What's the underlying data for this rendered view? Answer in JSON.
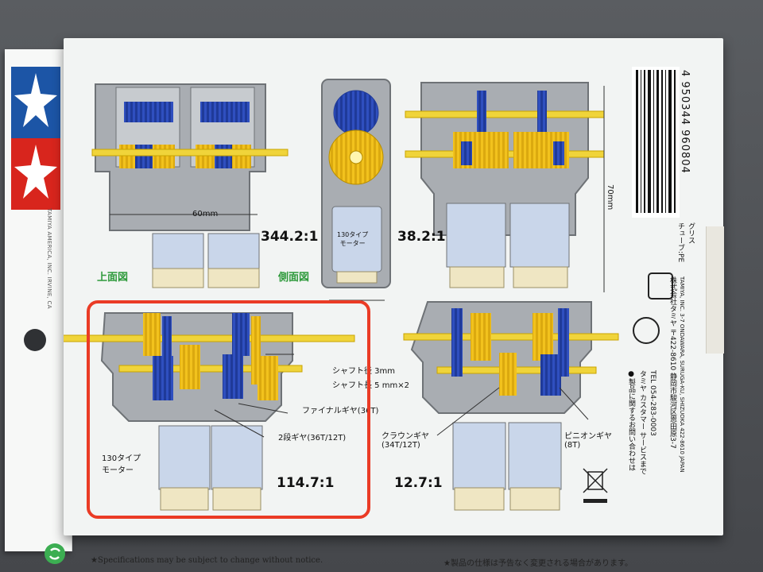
{
  "flap": {
    "brand_text": "TAMIYA AMERICA, INC. IRVINE, CA"
  },
  "panels": {
    "top_view_label": "上面図",
    "side_view_label": "側面図",
    "width_dim": "60mm",
    "height_dim": "70mm",
    "ratio_a": "344.2:1",
    "ratio_b": "38.2:1",
    "ratio_c": "114.7:1",
    "ratio_d": "12.7:1",
    "motor_side_label": "130タイプ\nモーター",
    "motor_label": "130タイプ\nモーター",
    "shaft_diameter": "シャフト径 3mm",
    "shaft_length": "シャフト長 5 mm×2",
    "final_gear": "ファイナルギヤ(36T)",
    "two_stage_gear": "2段ギヤ(36T/12T)",
    "crown_gear": "クラウンギヤ\n(34T/12T)",
    "pinion_gear": "ピニオンギヤ\n(8T)"
  },
  "right_column": {
    "barcode_number": "4 950344 960804",
    "grease_label": "グリス\nチューブ:PE",
    "contact_line1": "●製品に関するお問い合わせは",
    "contact_line2": "タミヤ カスタマー サービスまで",
    "contact_tel": "TEL 054-283-0003",
    "address_jp": "株式会社タミヤ 〒422-8610 静岡市駿河区恩田原3-7",
    "address_en": "TAMIYA, INC. 3-7 ONDAWARA, SURUGA-KU, SHIZUOKA 422-8610 JAPAN"
  },
  "footer": {
    "left_note": "★Specifications may be subject to change without notice.",
    "right_note": "★製品の仕様は予告なく変更される場合があります。"
  },
  "colors": {
    "accent_red": "#ea3b25",
    "gear_blue": "#2f4fbf",
    "gear_yellow": "#f2c21d",
    "frame_gray": "#a9adb2",
    "motor_blue": "#c9d6ea",
    "brand_green": "#2f9a3c"
  }
}
